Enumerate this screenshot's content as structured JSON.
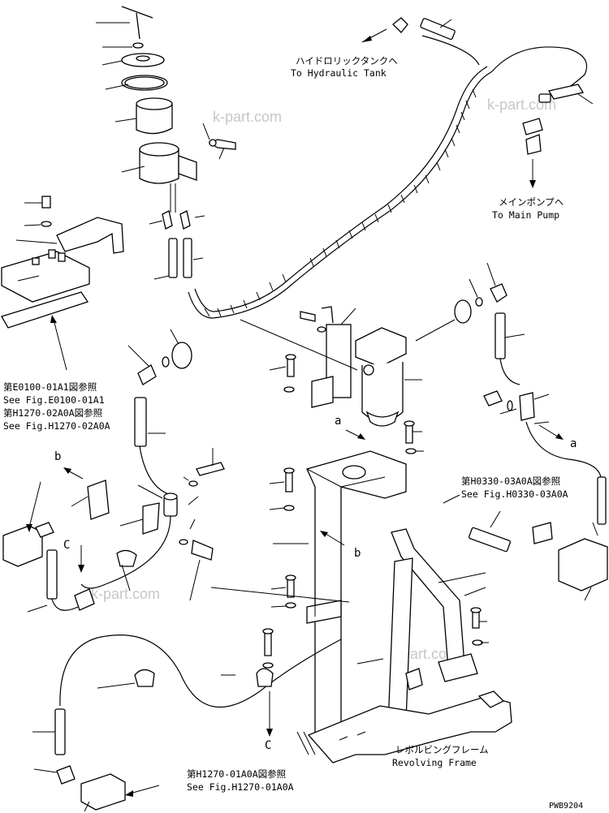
{
  "labels": {
    "hydraulic_tank_jp": "ハイドロリックタンクヘ",
    "hydraulic_tank_en": "To Hydraulic Tank",
    "main_pump_jp": "メインポンプヘ",
    "main_pump_en": "To Main Pump",
    "ref_e0100_jp": "第E0100-01A1図参照",
    "ref_e0100_en": "See Fig.E0100-01A1",
    "ref_h1270_02_jp": "第H1270-02A0A図参照",
    "ref_h1270_02_en": "See Fig.H1270-02A0A",
    "ref_h0330_jp": "第H0330-03A0A図参照",
    "ref_h0330_en": "See Fig.H0330-03A0A",
    "ref_h1270_01_jp": "第H1270-01A0A図参照",
    "ref_h1270_01_en": "See Fig.H1270-01A0A",
    "revolving_frame_jp": "レボルビングフレーム",
    "revolving_frame_en": "Revolving Frame",
    "letter_a1": "a",
    "letter_a2": "a",
    "letter_b1": "b",
    "letter_b2": "b",
    "letter_c1": "C",
    "letter_c2": "C",
    "drawing_code": "PWB9204"
  },
  "watermarks": [
    "k-part.com",
    "k-part.com",
    "k-part.com",
    "k-part.com"
  ]
}
